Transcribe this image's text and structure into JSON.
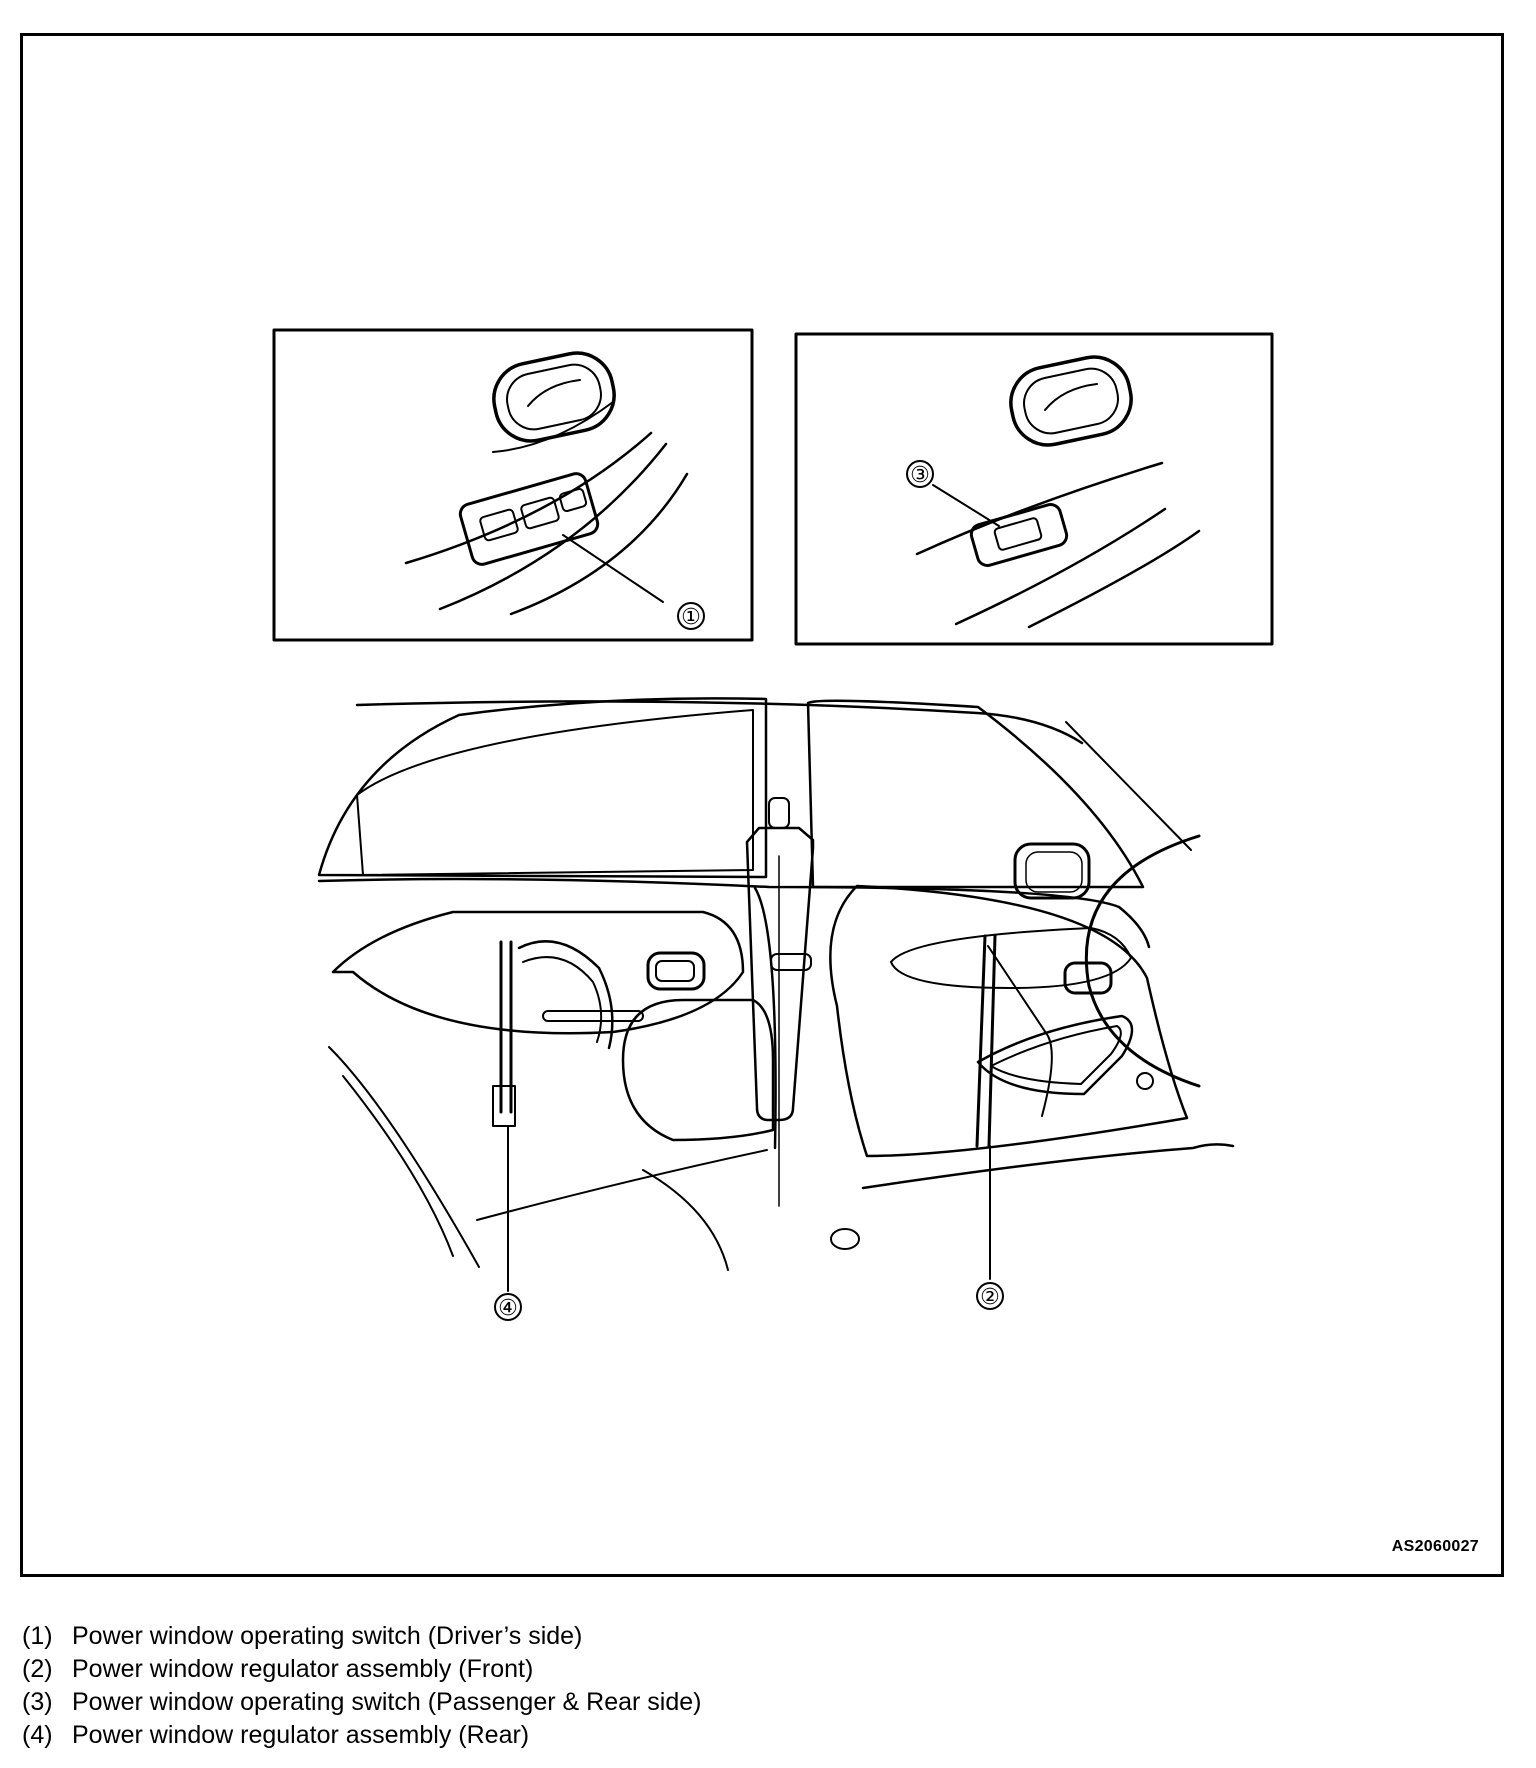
{
  "figure": {
    "code": "AS2060027",
    "callouts": [
      "①",
      "②",
      "③",
      "④"
    ]
  },
  "legend": [
    {
      "num": "(1)",
      "text": "Power window operating switch (Driver’s side)"
    },
    {
      "num": "(2)",
      "text": "Power window regulator assembly (Front)"
    },
    {
      "num": "(3)",
      "text": "Power window operating switch (Passenger & Rear side)"
    },
    {
      "num": "(4)",
      "text": "Power window regulator assembly (Rear)"
    }
  ]
}
